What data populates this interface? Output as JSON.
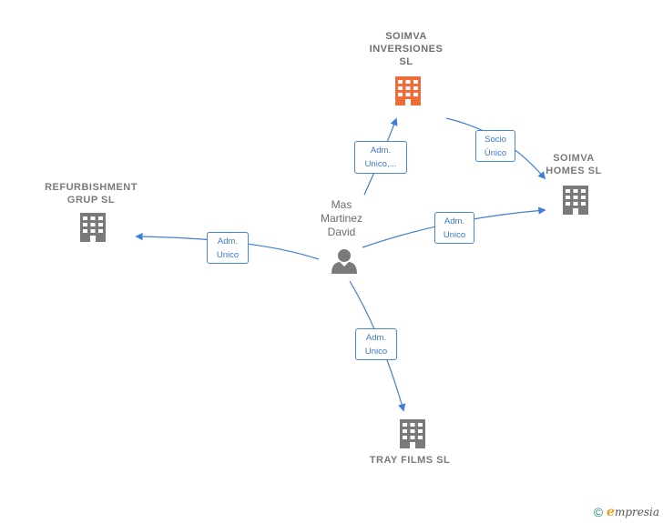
{
  "companies": {
    "soimva_inversiones": {
      "label": "SOIMVA\nINVERSIONES\nSL",
      "color": "#f26b3a"
    },
    "soimva_homes": {
      "label": "SOIMVA\nHOMES SL",
      "color": "#7a7a7a"
    },
    "refurbishment": {
      "label": "REFURBISHMENT\nGRUP SL",
      "color": "#7a7a7a"
    },
    "tray_films": {
      "label": "TRAY FILMS SL",
      "color": "#7a7a7a"
    }
  },
  "person": {
    "label": "Mas\nMartinez\nDavid",
    "color": "#7a7a7a"
  },
  "edges": {
    "to_inversiones": "Adm.\nUnico,...",
    "inversiones_to_homes": "Socio\nÚnico",
    "to_homes": "Adm.\nUnico",
    "to_refurbishment": "Adm.\nUnico",
    "to_tray": "Adm.\nUnico"
  },
  "edge_color": "#3f7fd6",
  "credit": {
    "symbol": "©",
    "brand_initial": "e",
    "brand_rest": "mpresia"
  }
}
